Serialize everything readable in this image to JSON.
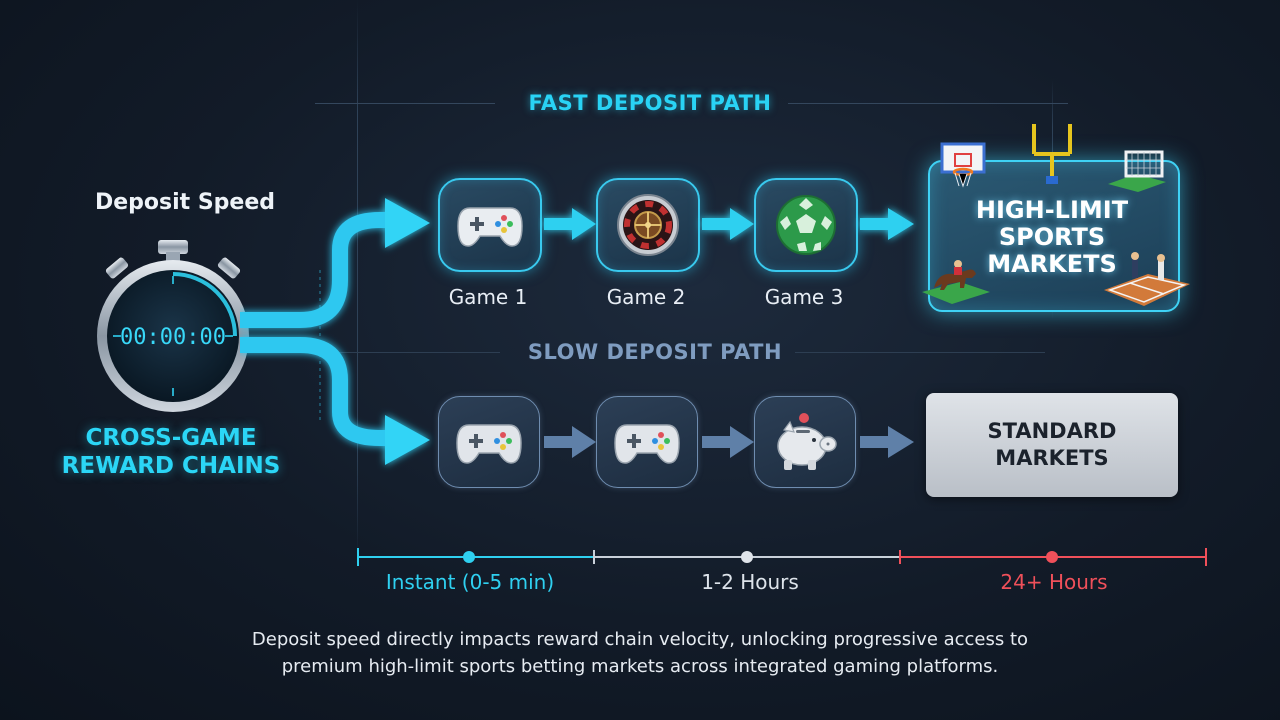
{
  "left_panel": {
    "title": "Deposit Speed",
    "timer_display": "00:00:00",
    "subtitle_line1": "CROSS-GAME",
    "subtitle_line2": "REWARD CHAINS"
  },
  "fast_path": {
    "title": "FAST DEPOSIT PATH",
    "nodes": [
      {
        "label": "Game 1",
        "icon": "gamepad-icon"
      },
      {
        "label": "Game 2",
        "icon": "roulette-icon"
      },
      {
        "label": "Game 3",
        "icon": "soccer-ball-icon"
      }
    ],
    "target_line1": "HIGH-LIMIT",
    "target_line2": "SPORTS",
    "target_line3": "MARKETS"
  },
  "slow_path": {
    "title": "SLOW DEPOSIT PATH",
    "nodes": [
      {
        "icon": "gamepad-icon"
      },
      {
        "icon": "gamepad-icon"
      },
      {
        "icon": "piggy-bank-icon"
      }
    ],
    "target_line1": "STANDARD",
    "target_line2": "MARKETS"
  },
  "timeline": {
    "segments": [
      {
        "label": "Instant (0-5 min)",
        "color": "#2fd0f0"
      },
      {
        "label": "1-2 Hours",
        "color": "#c9d1da"
      },
      {
        "label": "24+ Hours",
        "color": "#f0505a"
      }
    ]
  },
  "footer": {
    "line1": "Deposit speed directly impacts reward chain velocity, unlocking progressive access to",
    "line2": "premium high-limit sports betting markets across integrated gaming platforms."
  },
  "colors": {
    "accent": "#29d3f5",
    "slow": "#7f9cc0",
    "danger": "#f0505a"
  }
}
